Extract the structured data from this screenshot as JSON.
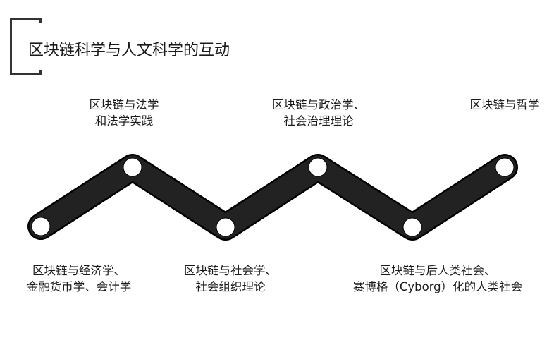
{
  "title": "区块链科学与人文科学的互动",
  "top_labels": [
    {
      "line1": "区块链与法学",
      "line2": "和法学实践"
    },
    {
      "line1": "区块链与政治学、",
      "line2": "社会治理理论"
    },
    {
      "line1": "区块链与哲学",
      "line2": ""
    }
  ],
  "bottom_labels": [
    {
      "line1": "区块链与经济学、",
      "line2": "金融货币学、会计学"
    },
    {
      "line1": "区块链与社会学、",
      "line2": "社会组织理论"
    },
    {
      "line1": "区块链与后人类社会、",
      "line2": "赛博格（Cyborg）化的人类社会"
    }
  ],
  "colors": {
    "band": "#222222",
    "node": "#ffffff"
  }
}
